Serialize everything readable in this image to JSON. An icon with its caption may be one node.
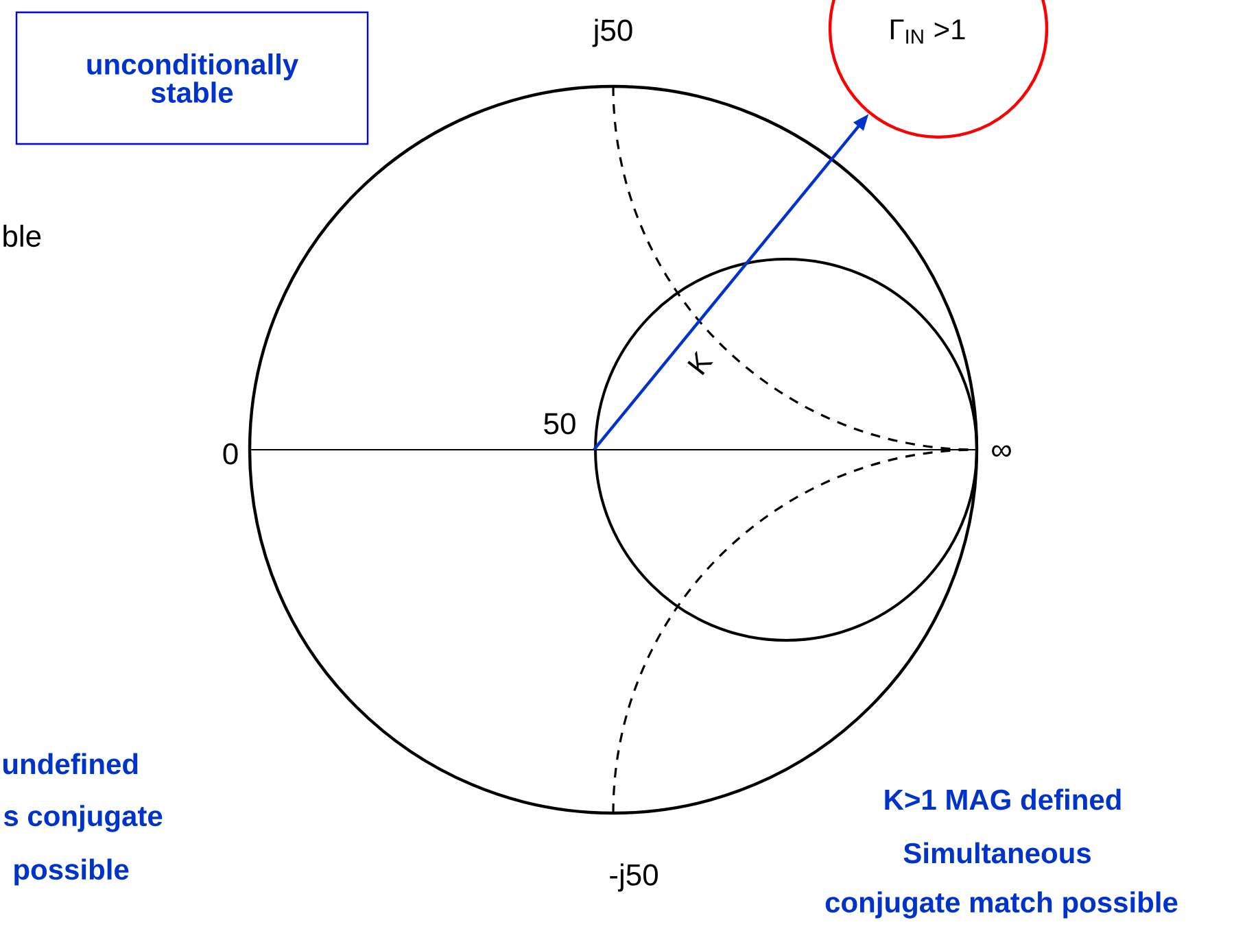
{
  "diagram": {
    "nodes": [
      {
        "text": [
          "unconditionally stable"
        ]
      },
      {
        "text": [
          "Γ$_{IN}$ >1"
        ]
      },
      {
        "text": [],
        "shape": "circle"
      }
    ],
    "edges": [
      {
        "from": 2,
        "to": 1,
        "arrow": "to",
        "label": "K",
        "color": "#0033cc"
      }
    ],
    "labels": [
      "j50",
      "ble",
      "0",
      "50",
      "∞",
      "undefined",
      "s conjugate",
      "possible",
      "K>1 MAG defined",
      "Simultaneous",
      "-j50",
      "conjugate match possible"
    ]
  }
}
